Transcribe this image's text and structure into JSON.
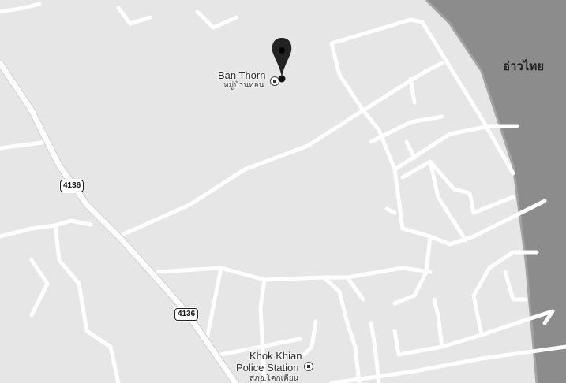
{
  "map": {
    "water_label": "อ่าวไทย",
    "places": {
      "ban_thorn": {
        "name": "Ban Thorn",
        "name_local": "หมู่บ้านทอน"
      },
      "khok_khian": {
        "name_line1": "Khok Khian",
        "name_line2": "Police Station",
        "name_local": "สภอ.โคกเคียน"
      }
    },
    "route_shields": [
      "4136",
      "4136"
    ],
    "icons": {
      "marker": "map-pin-icon",
      "poi": "poi-square-dot-icon"
    },
    "colors": {
      "land": "#e6e6e6",
      "water": "#8c8c8c",
      "road": "#ffffff",
      "marker": "#222222"
    }
  }
}
